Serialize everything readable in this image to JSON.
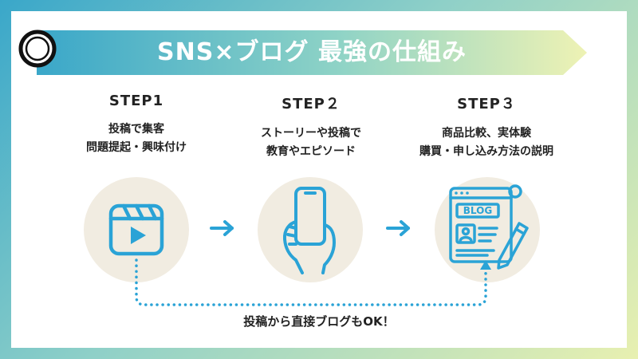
{
  "title": "SNS×ブログ 最強の仕組み",
  "colors": {
    "accent": "#2aa3d6",
    "circle_bg": "#f1ece1",
    "text": "#222222"
  },
  "steps": [
    {
      "label": "STEP1",
      "desc": [
        "投稿で集客",
        "問題提起・興味付け"
      ],
      "icon": "video-reel-icon"
    },
    {
      "label": "STEP２",
      "desc": [
        "ストーリーや投稿で",
        "教育やエピソード"
      ],
      "icon": "smartphone-hand-icon"
    },
    {
      "label": "STEP３",
      "desc": [
        "商品比較、実体験",
        "購買・申し込み方法の説明"
      ],
      "icon": "blog-page-icon"
    }
  ],
  "blog_badge": "BLOG",
  "bottom_note": "投稿から直接ブログもOK！"
}
